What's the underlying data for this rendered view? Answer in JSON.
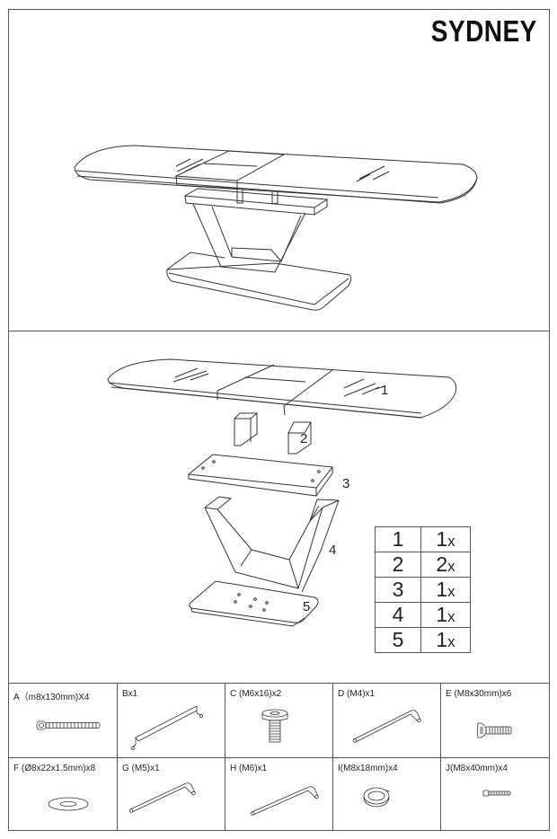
{
  "document": {
    "title": "SYDNEY"
  },
  "exploded_view": {
    "part_labels": [
      "1",
      "2",
      "3",
      "4",
      "5"
    ]
  },
  "quantity_table": {
    "rows": [
      {
        "part": "1",
        "qty": "1",
        "unit": "x"
      },
      {
        "part": "2",
        "qty": "2",
        "unit": "x"
      },
      {
        "part": "3",
        "qty": "1",
        "unit": "x"
      },
      {
        "part": "4",
        "qty": "1",
        "unit": "x"
      },
      {
        "part": "5",
        "qty": "1",
        "unit": "x"
      }
    ]
  },
  "hardware": [
    {
      "label": "A（m8x130mm)X4",
      "icon": "long-bolt-icon"
    },
    {
      "label": "Bx1",
      "icon": "bracket-bar-icon"
    },
    {
      "label": "C (M6x16)x2",
      "icon": "flat-head-screw-icon"
    },
    {
      "label": "D (M4)x1",
      "icon": "allen-key-icon"
    },
    {
      "label": "E (M8x30mm)x6",
      "icon": "countersunk-bolt-icon"
    },
    {
      "label": "F (Ø8x22x1.5mm)x8",
      "icon": "flat-washer-icon"
    },
    {
      "label": "G (M5)x1",
      "icon": "allen-key-icon"
    },
    {
      "label": "H (M6)x1",
      "icon": "allen-key-icon"
    },
    {
      "label": "I(M8x18mm)x4",
      "icon": "spring-washer-icon"
    },
    {
      "label": "J(M8x40mm)x4",
      "icon": "small-bolt-icon"
    }
  ]
}
